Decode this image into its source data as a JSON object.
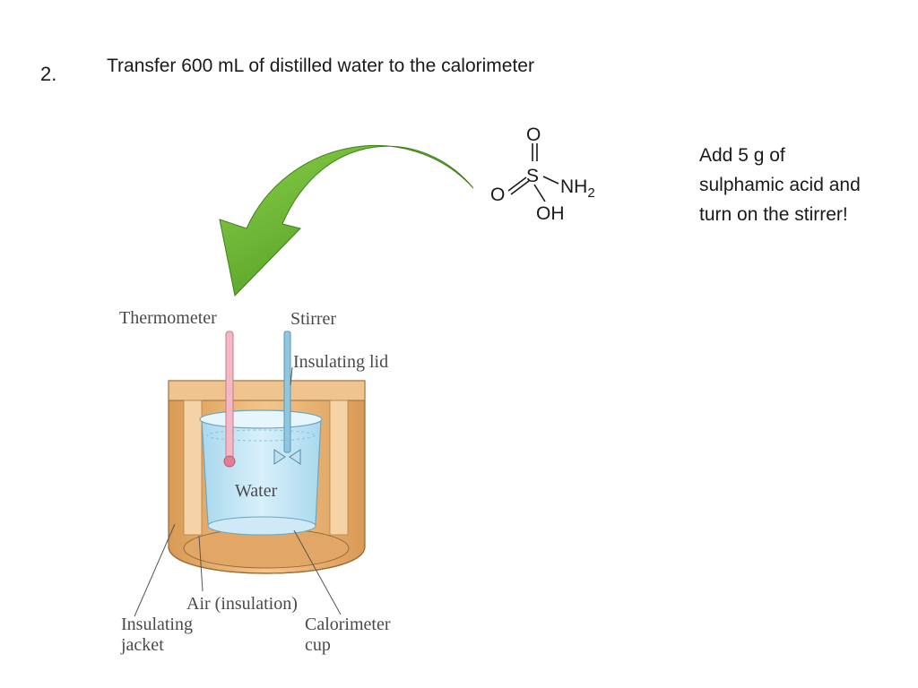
{
  "slide": {
    "step_number": "2.",
    "instruction": "Transfer 600 mL of distilled water to the calorimeter",
    "side_note_lines": [
      "Add 5 g of",
      "sulphamic acid and",
      "turn on the stirrer!"
    ]
  },
  "molecule": {
    "name_visible": false,
    "atoms": {
      "top_oxygen": "O",
      "sulfur": "S",
      "left_oxygen": "O",
      "amine": "NH",
      "amine_subscript": "2",
      "hydroxyl": "OH"
    }
  },
  "diagram": {
    "labels": {
      "thermometer": "Thermometer",
      "stirrer": "Stirrer",
      "insulating_lid": "Insulating lid",
      "water": "Water",
      "air": "Air (insulation)",
      "jacket_line1": "Insulating",
      "jacket_line2": "jacket",
      "cup_line1": "Calorimeter",
      "cup_line2": "cup"
    },
    "colors": {
      "arrow_green": "#5aa62a",
      "jacket_orange": "#e8b57a",
      "water_blue": "#bfe3f2",
      "thermometer_pink": "#f2b8c4",
      "stirrer_blue": "#8fc6e0"
    }
  }
}
